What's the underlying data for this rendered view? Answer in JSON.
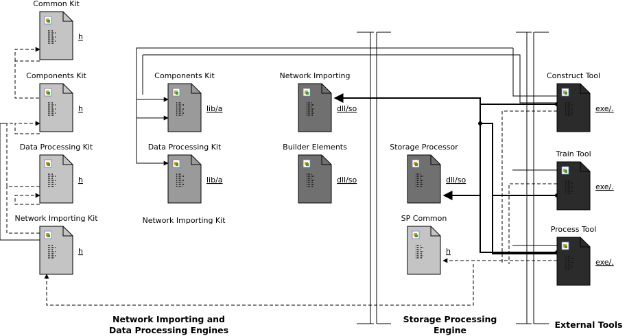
{
  "components": [
    {
      "id": "common-kit",
      "label": "Common Kit",
      "ext": "h",
      "fill": "#c4c4c4"
    },
    {
      "id": "components-kit-left",
      "label": "Components Kit",
      "ext": "h",
      "fill": "#c4c4c4"
    },
    {
      "id": "data-processing-kit-left",
      "label": "Data Processing Kit",
      "ext": "h",
      "fill": "#c4c4c4"
    },
    {
      "id": "network-importing-kit-left",
      "label": "Network Importing Kit",
      "ext": "h",
      "fill": "#c4c4c4"
    },
    {
      "id": "components-kit-lib",
      "label": "Components Kit",
      "ext": "lib/a",
      "fill": "#9a9a9a"
    },
    {
      "id": "data-processing-kit-lib",
      "label": "Data Processing Kit",
      "ext": "lib/a",
      "fill": "#9a9a9a"
    },
    {
      "id": "network-importing-dll",
      "label": "Network Importing",
      "ext": "dll/so",
      "fill": "#707070"
    },
    {
      "id": "builder-elements-dll",
      "label": "Builder Elements",
      "ext": "dll/so",
      "fill": "#707070"
    },
    {
      "id": "storage-processor-dll",
      "label": "Storage Processor",
      "ext": "dll/so",
      "fill": "#707070"
    },
    {
      "id": "sp-common",
      "label": "SP Common",
      "ext": "h",
      "fill": "#c4c4c4"
    },
    {
      "id": "construct-tool",
      "label": "Construct Tool",
      "ext": "exe/.",
      "fill": "#2b2b2b"
    },
    {
      "id": "train-tool",
      "label": "Train Tool",
      "ext": "exe/.",
      "fill": "#2b2b2b"
    },
    {
      "id": "process-tool",
      "label": "Process Tool",
      "ext": "exe/.",
      "fill": "#2b2b2b"
    }
  ],
  "free_labels": {
    "network_importing_kit_middle": "Network Importing Kit"
  },
  "sections": {
    "engines_line1": "Network Importing and",
    "engines_line2": "Data Processing Engines",
    "storage_line1": "Storage Processing",
    "storage_line2": "Engine",
    "external": "External Tools"
  }
}
